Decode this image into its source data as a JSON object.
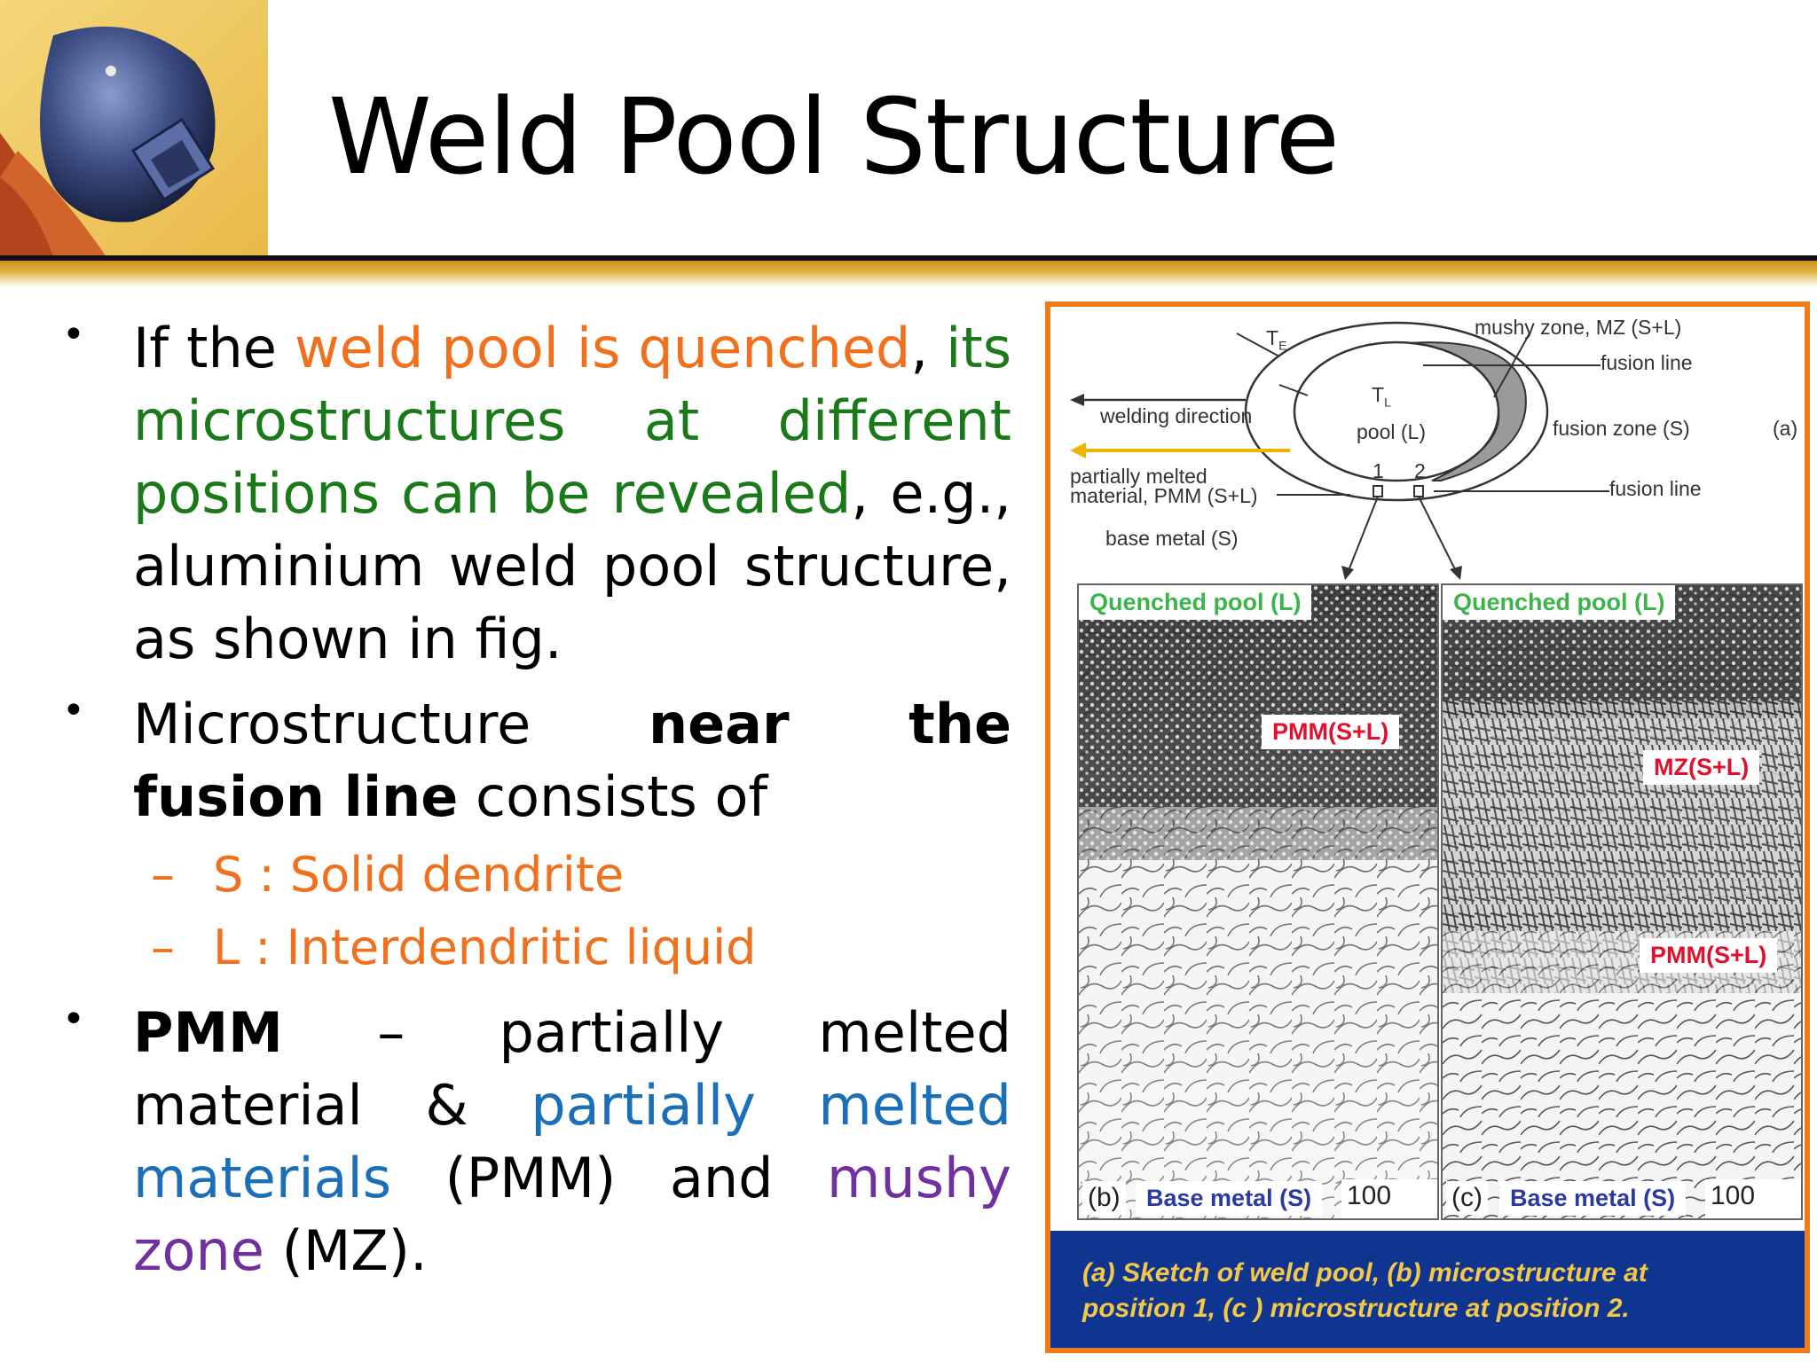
{
  "header": {
    "title": "Weld Pool Structure",
    "logo_icon": "welder-helmet-icon"
  },
  "bullets": {
    "b1": {
      "seg1": "If the ",
      "seg2": "weld pool is quenched",
      "seg3": ", ",
      "seg4": "its microstructures at different positions can be revealed",
      "seg5": ", e.g., aluminium weld pool structure, as shown in fig."
    },
    "b2": {
      "seg1": "Microstructure ",
      "seg2": "near the fusion line",
      "seg3": " consists of",
      "sub": [
        "S : Solid dendrite",
        "L : Interdendritic liquid"
      ]
    },
    "b3": {
      "seg1": "PMM",
      "seg2": " – partially melted material & ",
      "seg3": "partially melted materials",
      "seg4": " (PMM) and ",
      "seg5": "mushy zone",
      "seg6": " (MZ)."
    }
  },
  "figure": {
    "sketch": {
      "te": "T",
      "te_sub": "E",
      "tl": "T",
      "tl_sub": "L",
      "mushy_zone": "mushy zone, MZ (S+L)",
      "fusion_line_top": "fusion line",
      "welding_direction": "welding direction",
      "pool": "pool (L)",
      "fusion_zone": "fusion zone (S)",
      "panel_a": "(a)",
      "pmm_line1": "partially melted",
      "pmm_line2": "material, PMM (S+L)",
      "pos1": "1",
      "pos2": "2",
      "fusion_line_bottom": "fusion line",
      "base_metal": "base metal (S)"
    },
    "panel_b": {
      "quenched": "Quenched pool (L)",
      "pmm": "PMM(S+L)",
      "letter": "(b)",
      "base": "Base metal (S)",
      "scale": "100 µm"
    },
    "panel_c": {
      "quenched": "Quenched pool (L)",
      "mz": "MZ(S+L)",
      "pmm": "PMM(S+L)",
      "letter": "(c)",
      "base": "Base metal (S)",
      "scale": "100 µm"
    },
    "caption": {
      "line1": "(a) Sketch of weld pool, (b) microstructure at",
      "line2": "position 1, (c ) microstructure at position 2."
    }
  },
  "colors": {
    "orange": "#f0701e",
    "green": "#1a7a1a",
    "blue": "#1b6fb8",
    "purple": "#7030a0",
    "figure_border": "#ef7b1c",
    "caption_bg": "#0f3590",
    "caption_text": "#f4c847"
  }
}
